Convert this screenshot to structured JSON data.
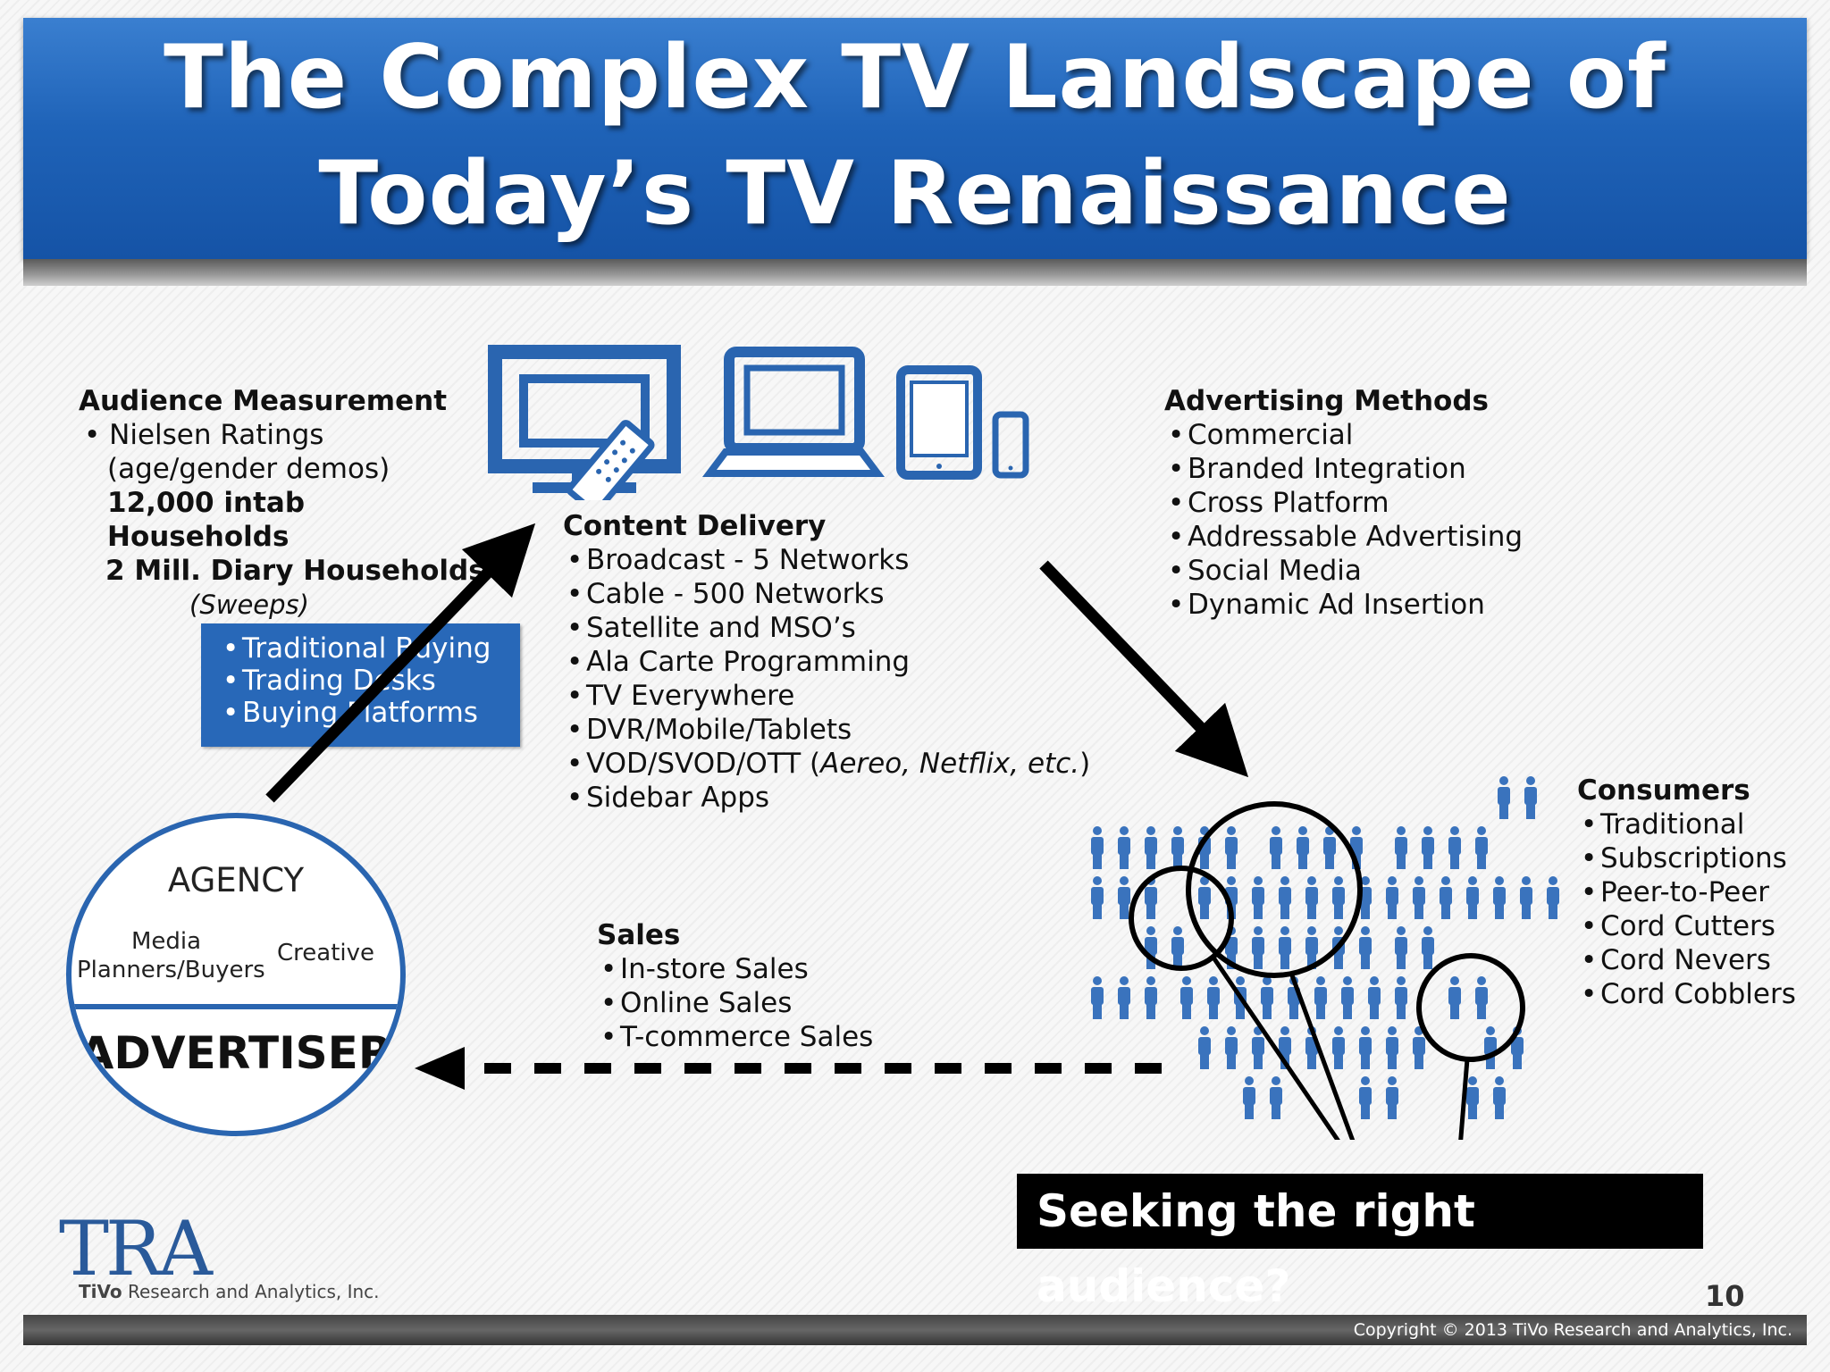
{
  "header": {
    "title_line1": "The Complex TV Landscape of",
    "title_line2": "Today’s TV Renaissance"
  },
  "audience": {
    "heading": "Audience Measurement",
    "bullet": "Nielsen Ratings",
    "line2": "(age/gender demos)",
    "line3": "12,000 intab Households",
    "line4": "2 Mill. Diary Households",
    "line5": "(Sweeps)"
  },
  "buying": {
    "items": [
      "Traditional Buying",
      "Trading Desks",
      "Buying Platforms"
    ]
  },
  "content_delivery": {
    "heading": "Content Delivery",
    "items": [
      "Broadcast - 5 Networks",
      "Cable - 500 Networks",
      "Satellite and MSO’s",
      "Ala Carte Programming",
      "TV Everywhere",
      "DVR/Mobile/Tablets"
    ],
    "vod_prefix": "VOD/SVOD/OTT (",
    "vod_italic": "Aereo, Netflix, etc.",
    "vod_suffix": ")",
    "last": "Sidebar Apps"
  },
  "advertising": {
    "heading": "Advertising Methods",
    "items": [
      "Commercial",
      "Branded Integration",
      "Cross Platform",
      "Addressable Advertising",
      "Social Media",
      "Dynamic Ad Insertion"
    ]
  },
  "consumers": {
    "heading": "Consumers",
    "items": [
      "Traditional",
      "Subscriptions",
      "Peer-to-Peer",
      "Cord Cutters",
      "Cord Nevers",
      "Cord Cobblers"
    ]
  },
  "sales": {
    "heading": "Sales",
    "items": [
      "In-store Sales",
      "Online Sales",
      "T-commerce Sales"
    ]
  },
  "circle": {
    "agency": "AGENCY",
    "media_line1": "Media",
    "media_line2": "Planners/Buyers",
    "creative": "Creative",
    "advertiser": "ADVERTISER"
  },
  "callout": "Seeking the right audience?",
  "logo": {
    "mark": "TRA",
    "company_bold": "TiVo",
    "company_rest": " Research and Analytics, Inc."
  },
  "page_number": "10",
  "copyright": "Copyright © 2013 TiVo Research and Analytics, Inc.",
  "colors": {
    "header_blue": "#1f63b8",
    "device_blue": "#2a65b0",
    "people_blue": "#3a73bd"
  }
}
